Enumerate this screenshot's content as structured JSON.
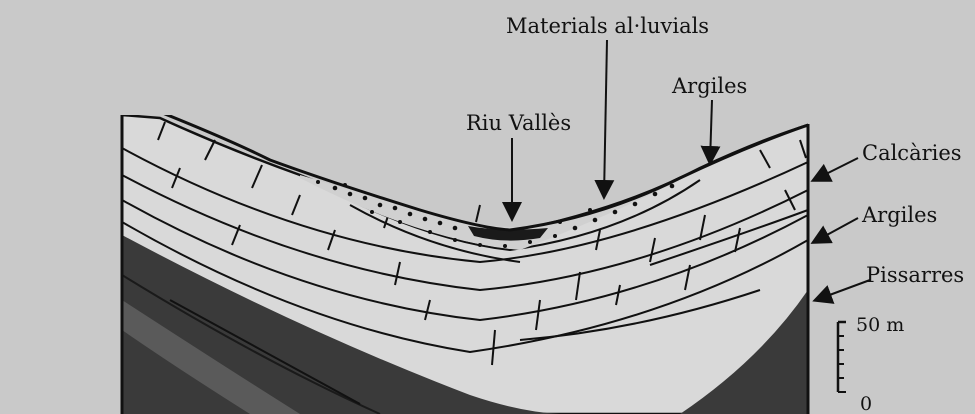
{
  "labels": {
    "materials": "Materials al·luvials",
    "river": "Riu Vallès",
    "clays_top": "Argiles",
    "limestones": "Calcàries",
    "clays_mid": "Argiles",
    "slates": "Pissarres"
  },
  "scale": {
    "top": "50 m",
    "bottom": "0"
  },
  "colors": {
    "paper": "#c9c9c9",
    "layer_fill": "#d9d9d9",
    "slate": "#3a3a3a",
    "ink": "#111111"
  }
}
